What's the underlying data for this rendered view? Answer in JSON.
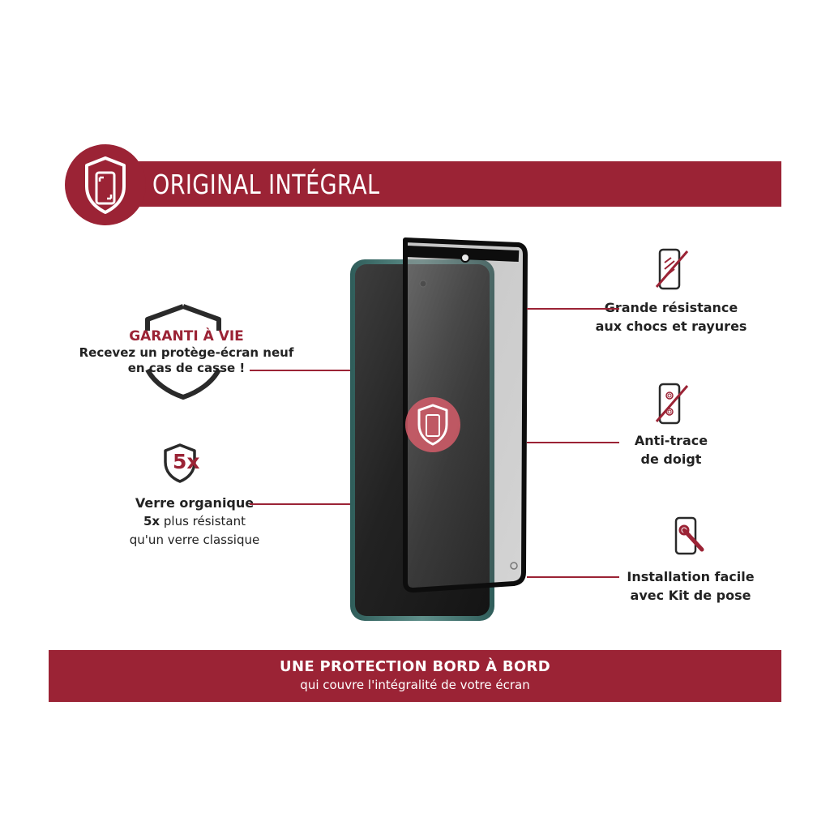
{
  "colors": {
    "brand": "#9b2335",
    "text": "#222222",
    "background": "#ffffff"
  },
  "header": {
    "title": "ORIGINAL INTÉGRAL",
    "icon": "shield-phone-icon"
  },
  "features_left": {
    "warranty": {
      "title": "GARANTI À VIE",
      "line1": "Recevez un protège-écran neuf",
      "line2": "en cas de casse !",
      "icon": "shield-outline-icon"
    },
    "organic_glass": {
      "badge": "5x",
      "title": "Verre organique",
      "line1_bold": "5x",
      "line1_rest": " plus résistant",
      "line2": "qu'un verre classique",
      "icon": "shield-5x-icon"
    }
  },
  "features_right": {
    "impact": {
      "line1": "Grande résistance",
      "line2": "aux chocs et rayures",
      "icon": "phone-scratch-crossed-icon"
    },
    "fingerprint": {
      "line1": "Anti-trace",
      "line2": "de doigt",
      "icon": "phone-fingerprint-crossed-icon"
    },
    "install": {
      "line1": "Installation facile",
      "line2": "avec Kit de pose",
      "icon": "phone-wrench-icon"
    }
  },
  "footer": {
    "title": "UNE PROTECTION BORD À BORD",
    "subtitle": "qui couvre l'intégralité de votre écran"
  }
}
